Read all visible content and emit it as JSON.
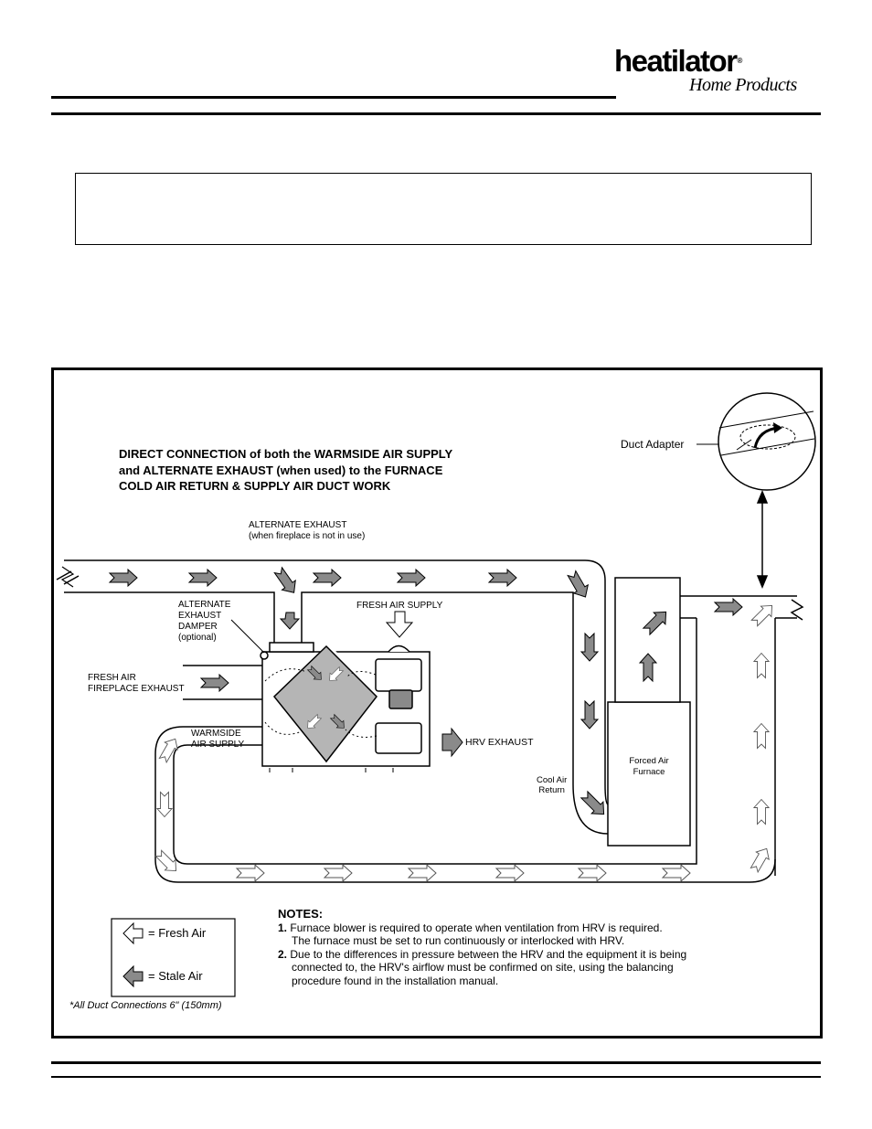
{
  "header": {
    "logo_main": "heatilator",
    "logo_registered": "®",
    "logo_sub": "Home Products"
  },
  "diagram": {
    "title_lines": [
      "DIRECT CONNECTION of both the WARMSIDE AIR SUPPLY",
      "and ALTERNATE EXHAUST (when used) to the FURNACE",
      "COLD AIR RETURN & SUPPLY AIR DUCT WORK"
    ],
    "duct_adapter": "Duct Adapter",
    "alternate_exhaust": [
      "ALTERNATE EXHAUST",
      "(when fireplace is not in use)"
    ],
    "alternate_exhaust_damper": [
      "ALTERNATE",
      "EXHAUST",
      "DAMPER",
      "(optional)"
    ],
    "fresh_air_supply": "FRESH AIR SUPPLY",
    "fresh_air_fireplace_exhaust": [
      "FRESH AIR",
      "FIREPLACE EXHAUST"
    ],
    "warmside_air_supply": [
      "WARMSIDE",
      "AIR SUPPLY"
    ],
    "hrv_exhaust": "HRV EXHAUST",
    "cool_air_return": [
      "Cool Air",
      "Return"
    ],
    "forced_air_furnace": [
      "Forced Air",
      "Furnace"
    ],
    "legend": {
      "fresh_air": "= Fresh Air",
      "stale_air": "= Stale Air"
    },
    "duct_note": "*All Duct Connections 6\" (150mm)",
    "notes": {
      "title": "NOTES:",
      "n1_num": "1.",
      "n1_line1": "Furnace blower is required to operate when ventilation from HRV is required.",
      "n1_line2": "The furnace must be set to run continuously or interlocked with HRV.",
      "n2_num": "2.",
      "n2_line1": "Due to the differences in pressure between the HRV and the equipment it is being",
      "n2_line2": "connected to, the HRV's airflow must be confirmed on site, using the balancing",
      "n2_line3": "procedure found in the installation manual."
    }
  },
  "colors": {
    "stale_air": "#8a8a8a",
    "fresh_air": "#ffffff",
    "hrv_core": "#b5b5b5",
    "duct_line": "#000000"
  }
}
